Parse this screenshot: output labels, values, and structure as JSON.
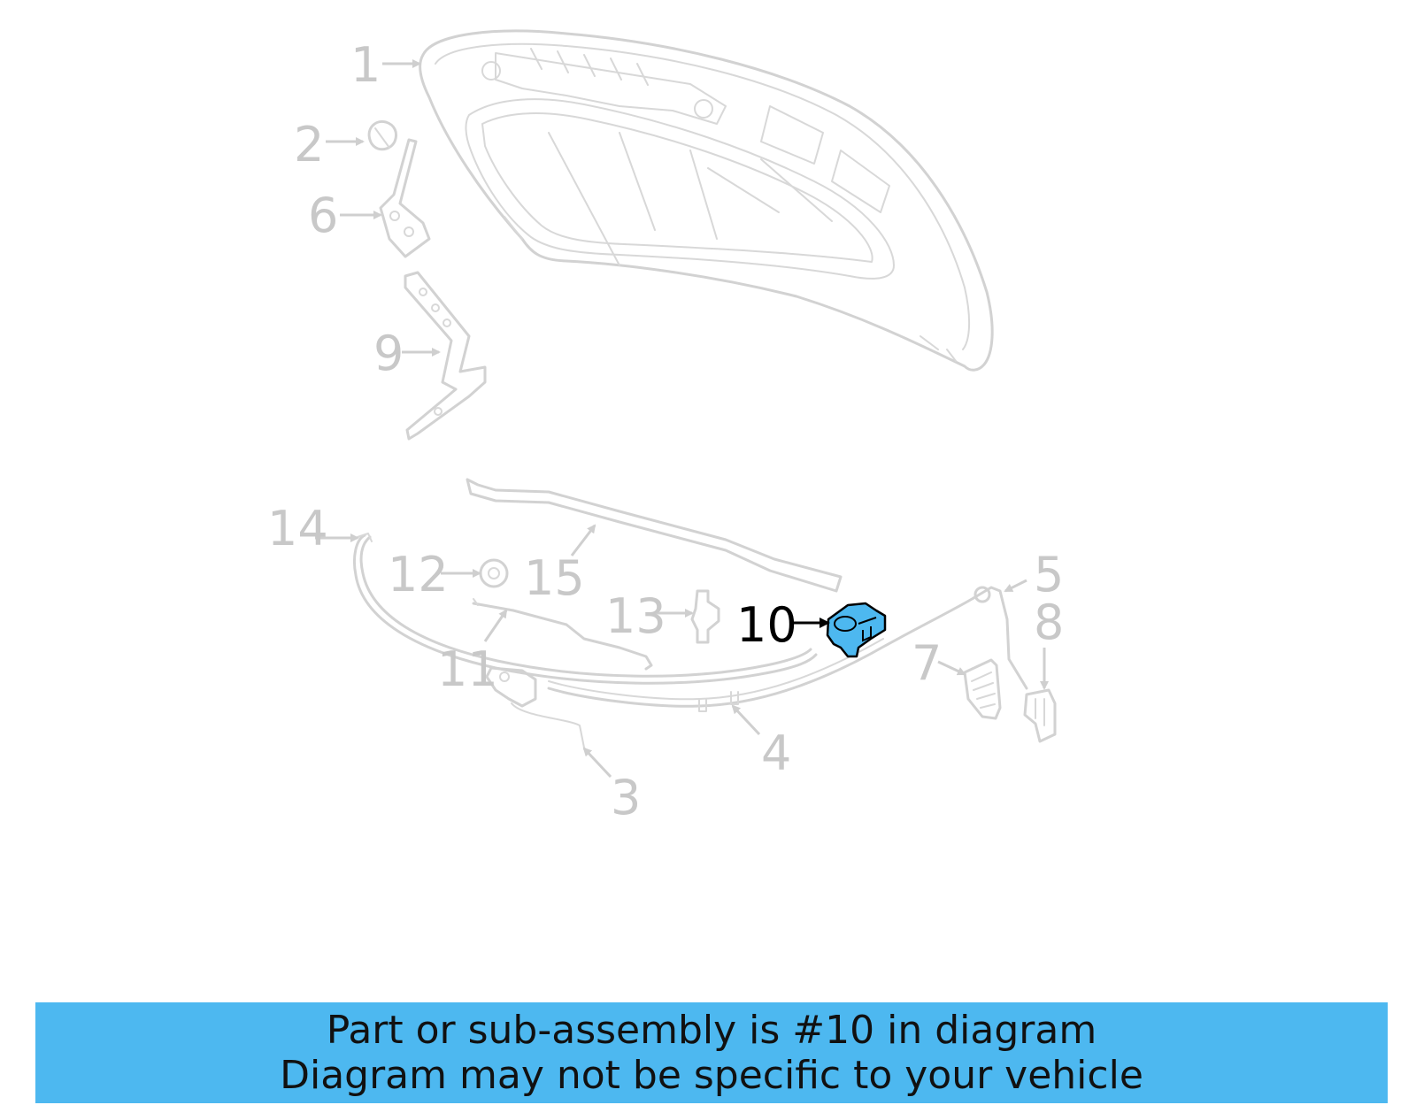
{
  "callouts": [
    {
      "id": "1",
      "label": "1",
      "highlighted": false
    },
    {
      "id": "2",
      "label": "2",
      "highlighted": false
    },
    {
      "id": "3",
      "label": "3",
      "highlighted": false
    },
    {
      "id": "4",
      "label": "4",
      "highlighted": false
    },
    {
      "id": "5",
      "label": "5",
      "highlighted": false
    },
    {
      "id": "6",
      "label": "6",
      "highlighted": false
    },
    {
      "id": "7",
      "label": "7",
      "highlighted": false
    },
    {
      "id": "8",
      "label": "8",
      "highlighted": false
    },
    {
      "id": "9",
      "label": "9",
      "highlighted": false
    },
    {
      "id": "10",
      "label": "10",
      "highlighted": true
    },
    {
      "id": "11",
      "label": "11",
      "highlighted": false
    },
    {
      "id": "12",
      "label": "12",
      "highlighted": false
    },
    {
      "id": "13",
      "label": "13",
      "highlighted": false
    },
    {
      "id": "14",
      "label": "14",
      "highlighted": false
    },
    {
      "id": "15",
      "label": "15",
      "highlighted": false
    }
  ],
  "banner": {
    "line1": "Part or sub-assembly is #10 in diagram",
    "line2": "Diagram may not be specific to your vehicle"
  },
  "colors": {
    "highlight_fill": "#4db8f0",
    "banner_bg": "#4db8f0",
    "faded_part": "#d2d2d2",
    "highlight_label": "#000000"
  }
}
